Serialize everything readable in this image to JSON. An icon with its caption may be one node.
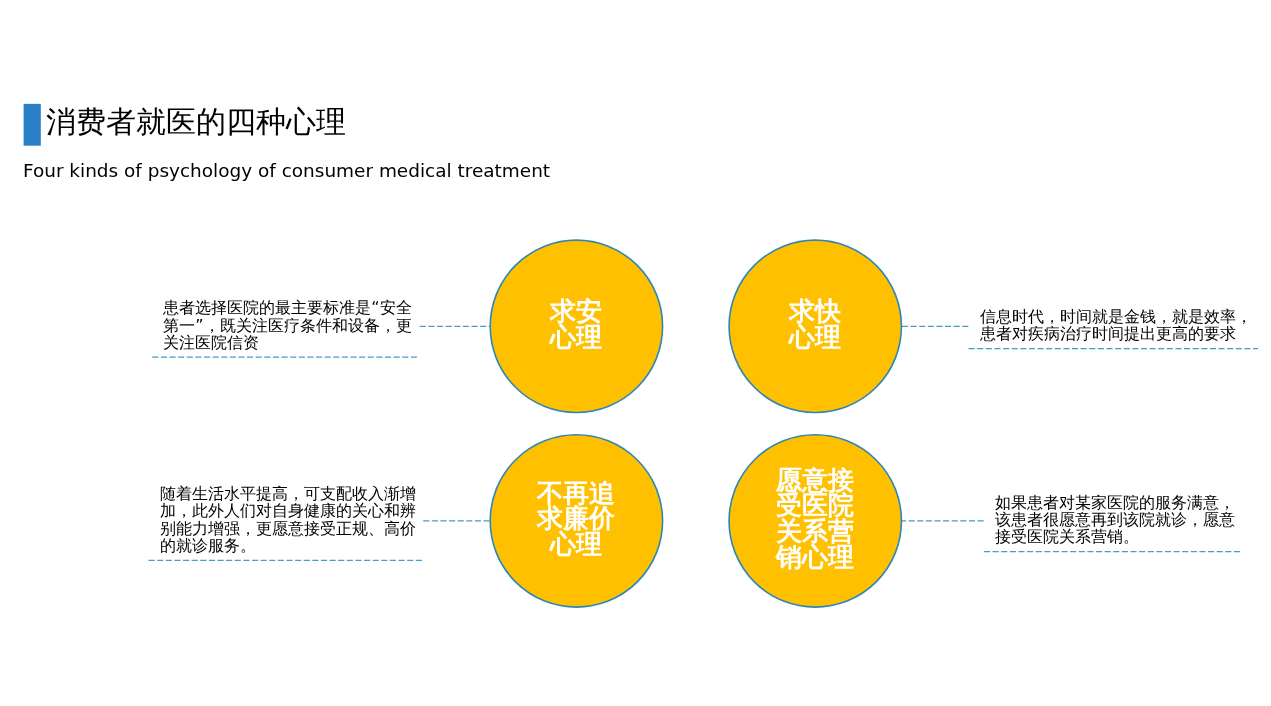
{
  "diagram": {
    "title": "消费者就医的四种心理",
    "nodes": [
      {
        "text": [
          "患者选择医院的最主要标准是“安全第一”，既关注医疗条件和设备，更关注医院信资"
        ]
      },
      {
        "text": [
          "求安心理"
        ]
      },
      {
        "text": [
          "求快心理"
        ]
      },
      {
        "text": [
          "信息时代，时间就是金钱，就是效率，患者对疾病治疗时间提出更高的要求"
        ]
      },
      {
        "text": [
          "随着生活水平提高，可支配收入渐增加，此外人们对自身健康的关心和辨别能力增强，更愿意接受正规、高价的就诊服务。"
        ]
      },
      {
        "text": [
          "不再追求廉价心理"
        ]
      },
      {
        "text": [
          "愿意接受医院关系营销心理"
        ]
      },
      {
        "text": [
          "如果患者对某家医院的服务满意，该患者很愿意再到该院就诊，愿意接受医院关系营销。"
        ]
      }
    ],
    "edges": [
      {
        "from": 0,
        "to": 1,
        "arrow": "none",
        "style": "dashed"
      },
      {
        "from": 3,
        "to": 2,
        "arrow": "none",
        "style": "dashed"
      },
      {
        "from": 4,
        "to": 5,
        "arrow": "none",
        "style": "dashed"
      },
      {
        "from": 7,
        "to": 6,
        "arrow": "none",
        "style": "dashed"
      }
    ],
    "labels": [
      "Four kinds of psychology of consumer medical treatment"
    ]
  }
}
